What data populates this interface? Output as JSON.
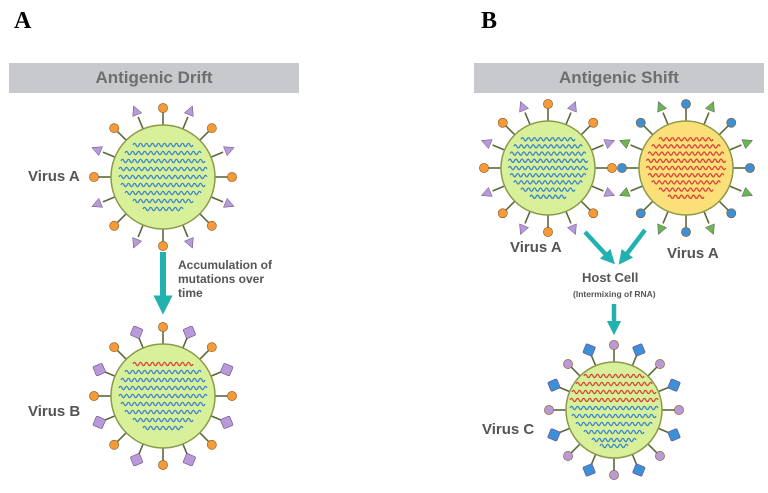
{
  "panels": [
    {
      "letter": "A",
      "banner": "Antigenic Drift"
    },
    {
      "letter": "B",
      "banner": "Antigenic Shift"
    }
  ],
  "drift": {
    "virus_top": "Virus A",
    "note": [
      "Accumulation of",
      "mutations over",
      "time"
    ],
    "virus_bottom": "Virus B"
  },
  "shift": {
    "virus_left": "Virus A",
    "virus_right": "Virus A",
    "host_cell": "Host Cell",
    "host_sub": "(Intermixing of RNA)",
    "virus_result": "Virus C"
  },
  "colors": {
    "capsid_fill": "#d9f09a",
    "capsid_fill_red": "#fbe07a",
    "capsid_stroke": "#8c9a4a",
    "rna_blue": "#3a86c8",
    "rna_red": "#d9443a",
    "arrow": "#21b2b0",
    "orange_spike": "#f39a3b",
    "purple_spike": "#b99ad8",
    "blue_spike": "#3d8fd6",
    "green_spike": "#6ab84a"
  }
}
